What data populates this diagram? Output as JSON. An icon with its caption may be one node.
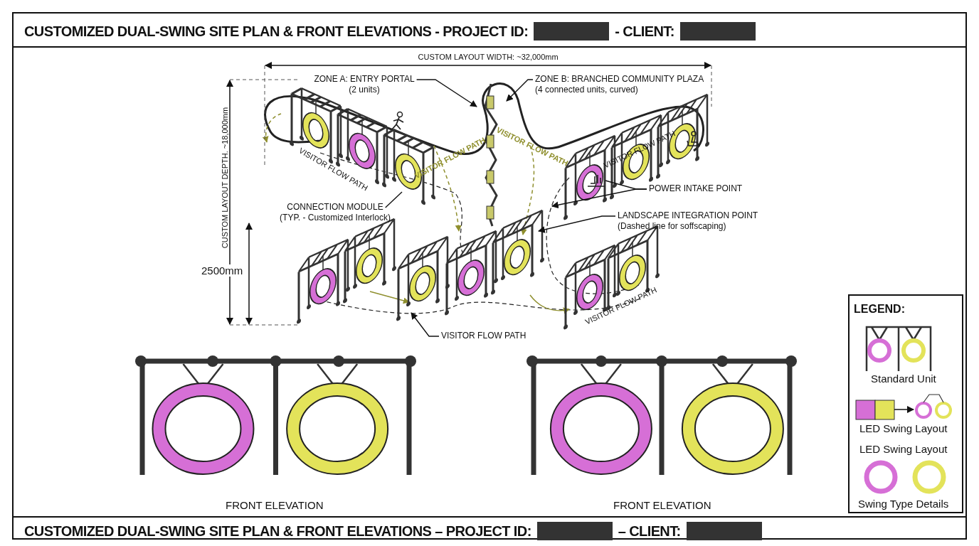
{
  "diagram": {
    "title": "CUSTOMIZED DUAL-SWING SITE PLAN & FRONT ELEVATIONS - PROJECT ID:",
    "caption": "CUSTOMIZED DUAL-SWING SITE PLAN & FRONT ELEVATIONS – PROJECT ID:",
    "nodes": [
      {
        "text": [
          "ZONE A: ENTRY PORTAL",
          "(2 units)"
        ]
      },
      {
        "text": [
          "ZONE B: BRANCHED COMMUNITY PLAZA",
          "(4 connected units, curved)"
        ]
      },
      {
        "text": [
          "CONNECTION MODULE",
          "(TYP. - Customized Interlock)"
        ]
      },
      {
        "text": [
          "POWER INTAKE POINT"
        ]
      },
      {
        "text": [
          "LANDSCAPE INTEGRATION POINT",
          "(Dashed line for soffscaping)"
        ]
      },
      {
        "text": [
          "VISITOR FLOW PATH"
        ]
      },
      {
        "text": [],
        "shape": "picture"
      }
    ],
    "edges": [
      {
        "from": 0,
        "to": null,
        "arrow": "to"
      },
      {
        "from": 1,
        "to": null,
        "arrow": "to"
      },
      {
        "from": 2,
        "to": null,
        "arrow": "none"
      },
      {
        "from": 3,
        "to": 6,
        "arrow": "none"
      },
      {
        "from": 3,
        "to": null,
        "arrow": "to"
      },
      {
        "from": 4,
        "to": null,
        "arrow": "to"
      },
      {
        "from": 5,
        "to": null,
        "arrow": "to"
      }
    ],
    "labels": [
      "- CLIENT:",
      "CUSTOM LAYOUT WIDTH: ~32,000mm",
      "CUSTOM LAYOUT DEPTH. ~18,000mm",
      "VISITOR FLOW PATH",
      "VISITOR FLOW PATH",
      "VISITOR FLOW PATH",
      "VISITOR FLOW PATH",
      "2500mm",
      "VISITOR FLOW PATH",
      "LEGEND:",
      "FRONT ELEVATION",
      "FRONT ELEVATION",
      "– CLIENT:"
    ],
    "legend": [
      {
        "text": "Standard Unit"
      },
      {
        "text": "LED Swing Layout"
      },
      {
        "text": "LED Swing Layout"
      },
      {
        "text": "Swing Type Details"
      }
    ]
  }
}
